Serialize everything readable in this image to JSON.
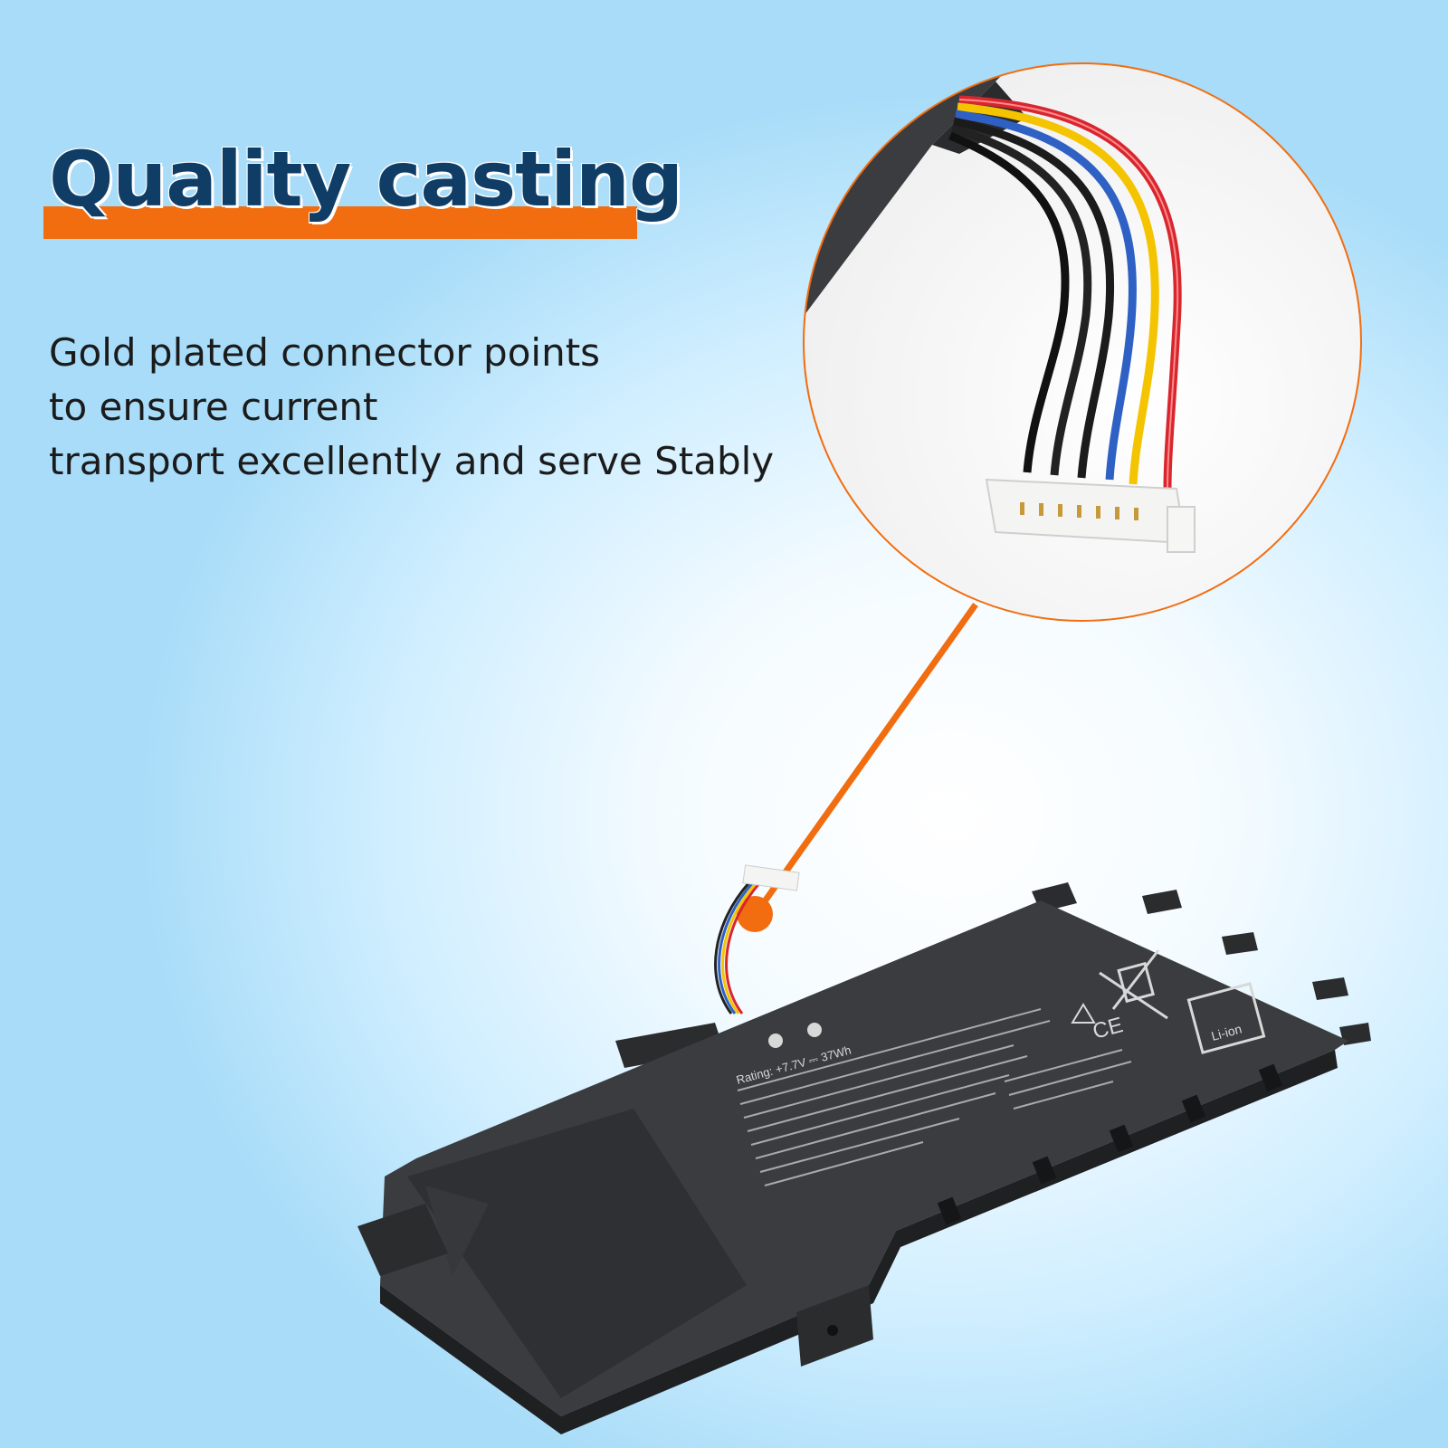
{
  "headline": "Quality casting",
  "description_lines": [
    "Gold plated connector points",
    "to ensure current",
    "transport excellently and serve Stably"
  ],
  "colors": {
    "accent": "#f26d0f",
    "headline": "#0f3d66",
    "text": "#1b1b1b",
    "battery": "#3a3c3f"
  },
  "battery_label": {
    "rating": "Rating: +7.7V ⎓ 37Wh",
    "ce_mark": "CE",
    "liion": "Li-ion"
  }
}
